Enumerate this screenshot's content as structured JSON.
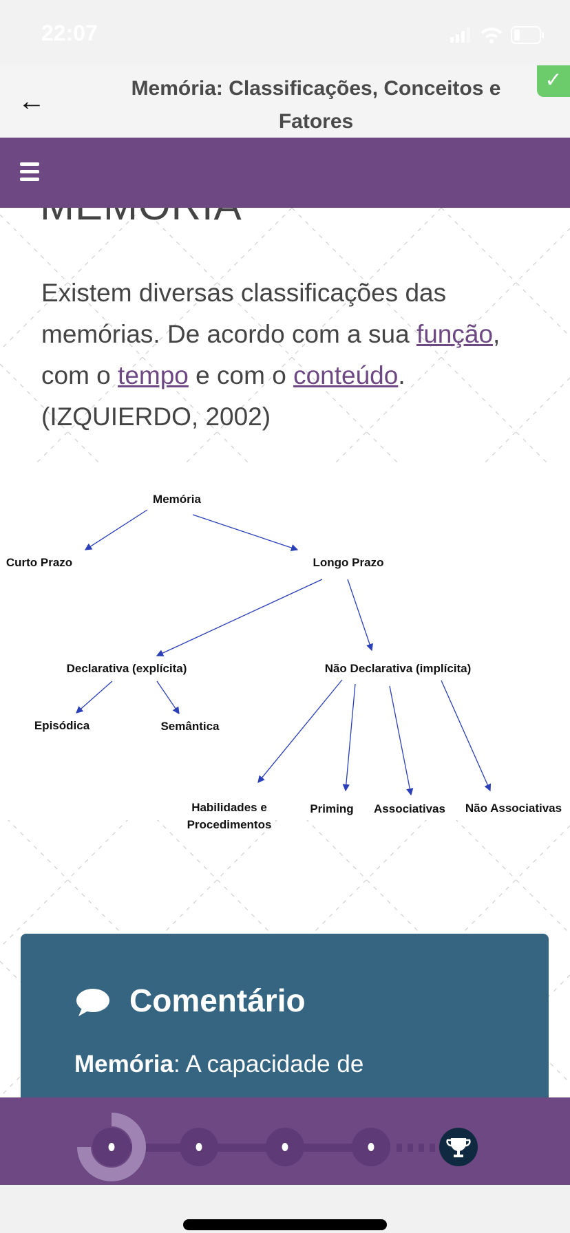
{
  "status_bar": {
    "time": "22:07"
  },
  "header": {
    "title": "Memória: Classificações, Conceitos e Fatores",
    "back_icon": "arrow-left-icon",
    "completed_icon": "check-icon",
    "completed_color": "#6ccb6a"
  },
  "nav": {
    "menu_icon": "hamburger-icon",
    "color": "#6d4883"
  },
  "content": {
    "heading": "MEMÓRIA",
    "paragraph": {
      "t1": "Existem diversas classificações das memórias. De acordo com a sua ",
      "link1": "função",
      "t2": ", com o ",
      "link2": "tempo",
      "t3": " e com o ",
      "link3": "conteúdo",
      "t4": ". (IZQUIERDO, 2002)"
    },
    "diagram": {
      "nodes": {
        "memoria": "Memória",
        "curto": "Curto Prazo",
        "longo": "Longo Prazo",
        "declarativa": "Declarativa (explícita)",
        "nao_declarativa": "Não Declarativa (implícita)",
        "episodica": "Episódica",
        "semantica": "Semântica",
        "habilidades_1": "Habilidades e",
        "habilidades_2": "Procedimentos",
        "priming": "Priming",
        "associativas": "Associativas",
        "nao_associativas": "Não Associativas"
      }
    }
  },
  "comment": {
    "title": "Comentário",
    "term": "Memória",
    "text": ": A capacidade de",
    "icon": "speech-bubble-icon",
    "color": "#356580"
  },
  "progress": {
    "steps": 5,
    "current_step": 1,
    "current_step_progress": 0.75,
    "final_icon": "trophy-icon"
  }
}
